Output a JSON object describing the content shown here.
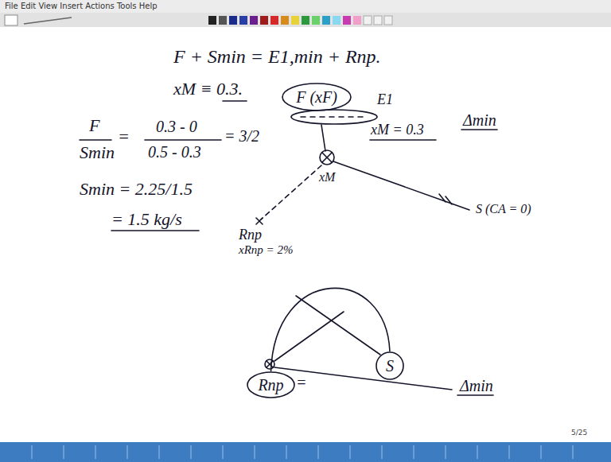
{
  "diagram": {
    "nodes": [
      {
        "text": [
          "F (xF)"
        ]
      },
      {
        "text": [
          "Rnp"
        ]
      },
      {
        "text": [
          "S"
        ]
      }
    ],
    "edges": [
      {
        "from": 1,
        "to": 2,
        "arrow": "none"
      }
    ],
    "labels": [
      "File Edit View Insert Actions Tools Help",
      "F + Smin = E1,min + Rnp.",
      "xM ≡ 0.3.",
      "F",
      "Smin",
      "=",
      "0.3 - 0",
      "0.5 - 0.3",
      "= 3/2",
      "Smin = 2.25/1.5",
      "= 1.5 kg/s",
      "E1",
      "xM = 0.3",
      "xM",
      "Δmin",
      "S (CA = 0)",
      "Rnp",
      "xRnp = 2%",
      "=",
      "Δmin",
      "5/25"
    ]
  }
}
